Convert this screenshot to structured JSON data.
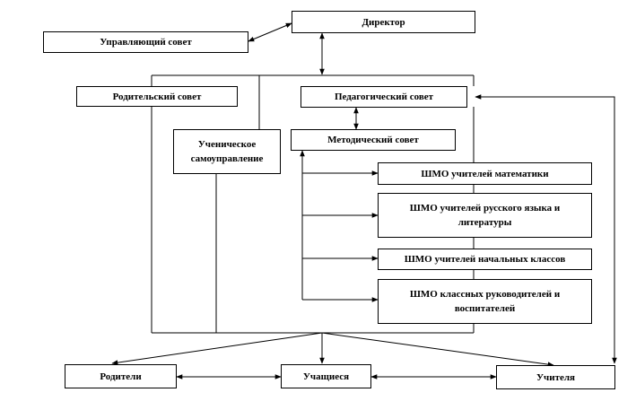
{
  "nodes": {
    "director": "Директор",
    "governing_council": "Управляющий совет",
    "parent_council": "Родительский совет",
    "pedagogical_council": "Педагогический совет",
    "student_selfgov": "Ученическое самоуправление",
    "methodical_council": "Методический совет",
    "shmo_math": "ШМО учителей математики",
    "shmo_russian": "ШМО учителей русского языка и литературы",
    "shmo_primary": "ШМО учителей начальных классов",
    "shmo_class": "ШМО классных руководителей и воспитателей",
    "parents": "Родители",
    "students": "Учащиеся",
    "teachers": "Учителя"
  }
}
